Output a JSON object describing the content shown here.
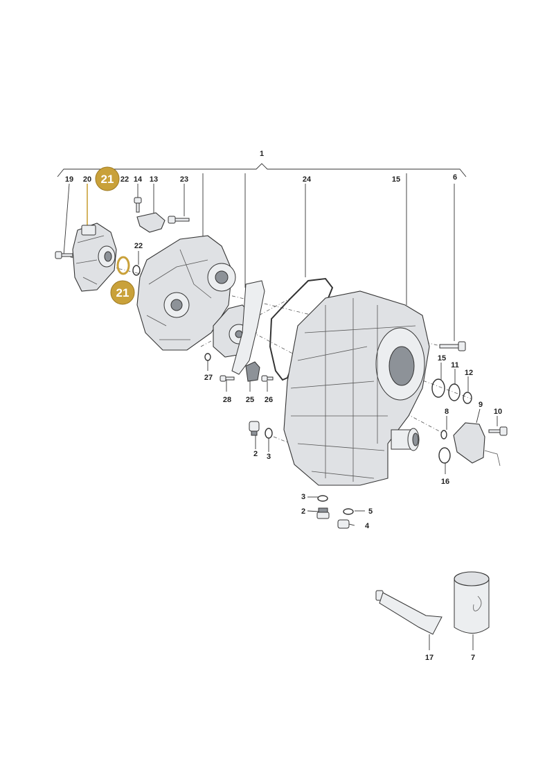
{
  "labels": {
    "l1": "1",
    "l19": "19",
    "l20": "20",
    "l22a": "22",
    "l14": "14",
    "l13": "13",
    "l23": "23",
    "l24": "24",
    "l15a": "15",
    "l6": "6",
    "l22b": "22",
    "l27": "27",
    "l28": "28",
    "l25": "25",
    "l26": "26",
    "l15b": "15",
    "l11": "11",
    "l12": "12",
    "l8": "8",
    "l9": "9",
    "l10": "10",
    "l16": "16",
    "l2a": "2",
    "l3a": "3",
    "l3b": "3",
    "l2b": "2",
    "l5": "5",
    "l4": "4",
    "l17": "17",
    "l7": "7"
  },
  "highlight": {
    "text_top": "21",
    "text_mid": "21",
    "color": "#c9a13a"
  }
}
